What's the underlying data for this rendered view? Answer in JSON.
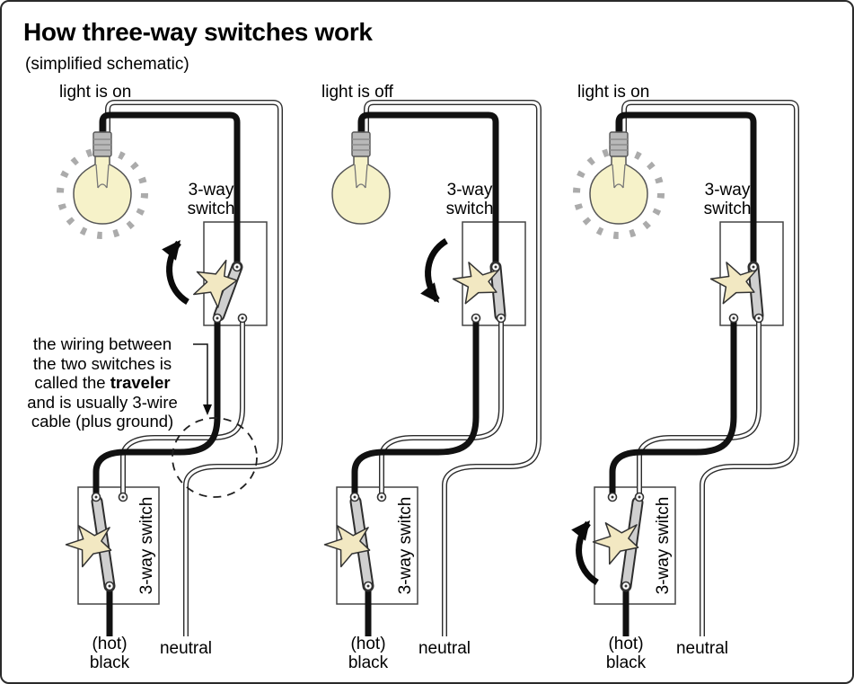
{
  "title": "How three-way switches work",
  "subtitle": "(simplified schematic)",
  "panels": [
    {
      "status": "light is on",
      "bulb": "on"
    },
    {
      "status": "light is off",
      "bulb": "off"
    },
    {
      "status": "light is on",
      "bulb": "on"
    }
  ],
  "labels": {
    "switch_line1": "3-way",
    "switch_line2": "switch",
    "switch_vertical": "3-way switch",
    "hot": "(hot)",
    "black": "black",
    "neutral": "neutral"
  },
  "annotation": {
    "line1": "the wiring between",
    "line2": "the two switches is",
    "line3_prefix": "called the ",
    "line3_bold": "traveler",
    "line4": "and is usually 3-wire",
    "line5": "cable (plus ground)"
  },
  "colors": {
    "wire": "#111111",
    "glass": "#f6f2c9",
    "paddle": "#f2e8c2",
    "metal": "#cfcfcf",
    "ray": "#ababab"
  }
}
